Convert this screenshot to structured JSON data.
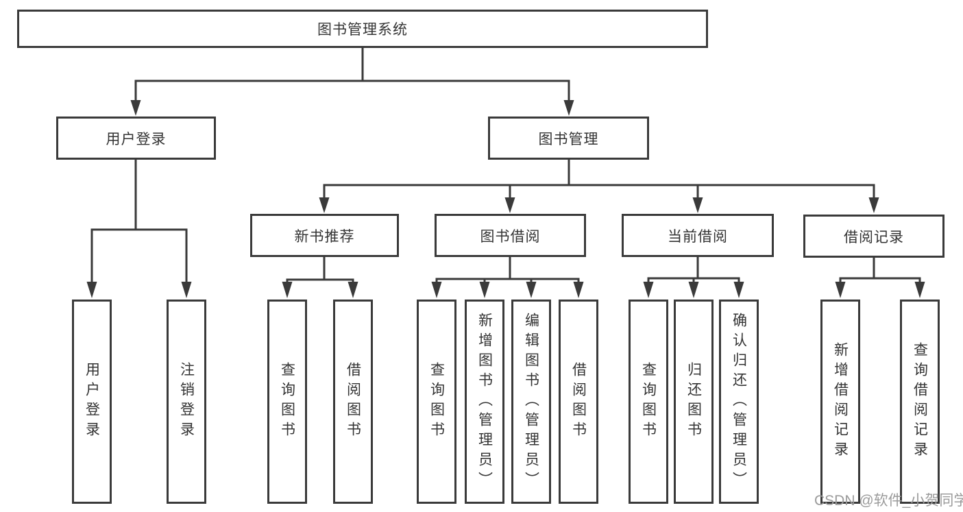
{
  "diagram": {
    "title": "图书管理系统",
    "tree": {
      "root": {
        "label": "图书管理系统",
        "children": [
          {
            "label": "用户登录",
            "children": [
              {
                "label": "用户登录"
              },
              {
                "label": "注销登录"
              }
            ]
          },
          {
            "label": "图书管理",
            "children": [
              {
                "label": "新书推荐",
                "children": [
                  {
                    "label": "查询图书"
                  },
                  {
                    "label": "借阅图书"
                  }
                ]
              },
              {
                "label": "图书借阅",
                "children": [
                  {
                    "label": "查询图书"
                  },
                  {
                    "label": "新增图书（管理员）"
                  },
                  {
                    "label": "编辑图书（管理员）"
                  },
                  {
                    "label": "借阅图书"
                  }
                ]
              },
              {
                "label": "当前借阅",
                "children": [
                  {
                    "label": "查询图书"
                  },
                  {
                    "label": "归还图书"
                  },
                  {
                    "label": "确认归还（管理员）"
                  }
                ]
              },
              {
                "label": "借阅记录",
                "children": [
                  {
                    "label": "新增借阅记录"
                  },
                  {
                    "label": "查询借阅记录"
                  }
                ]
              }
            ]
          }
        ]
      }
    },
    "colors": {
      "line": "#3a3a3a",
      "text": "#333333",
      "watermark": "#9b9b9b",
      "background": "#ffffff"
    }
  },
  "watermark": {
    "text": "CSDN @软件_小贺同学"
  }
}
